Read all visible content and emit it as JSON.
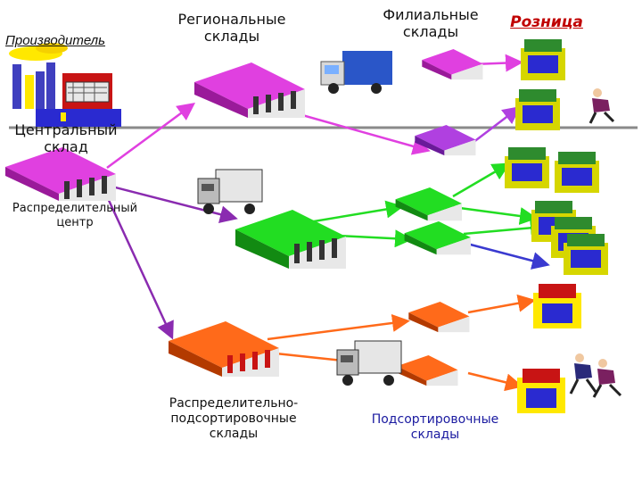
{
  "labels": {
    "producer": "Производитель",
    "regional": "Региональные\nсклады",
    "branch": "Филиальные\nсклады",
    "retail": "Розница",
    "central": "Центральный\nсклад",
    "distribution": "Распределительный\nцентр",
    "dist_sort": "Распределительно-\nподсортировочные\nсклады",
    "sort": "Подсортировочные\nсклады"
  },
  "colors": {
    "magenta": "#e040e0",
    "violet": "#9b30ff",
    "green": "#22dd22",
    "orange": "#ff6a1a",
    "purple_arrow": "#8a2bb0",
    "blue_arrow": "#3a3ad0",
    "gray_line": "#7a7a7a",
    "shop_green": "#2e8b2e",
    "shop_red": "#c81414",
    "shop_yellow": "#ffe800"
  },
  "icons": [
    "factory-icon",
    "warehouse-icon",
    "truck-icon",
    "van-icon",
    "shop-icon",
    "shopper-icon"
  ]
}
